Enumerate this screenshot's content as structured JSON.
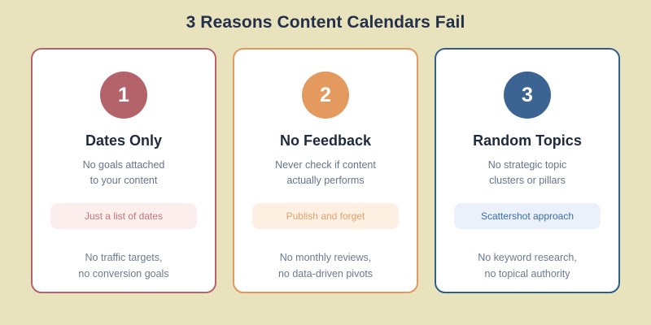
{
  "title": "3 Reasons Content Calendars Fail",
  "background_color": "#e8e2bd",
  "cards": [
    {
      "number": "1",
      "heading": "Dates Only",
      "subtitle_line1": "No goals attached",
      "subtitle_line2": "to your content",
      "pill_label": "Just a list of dates",
      "footer_line1": "No traffic targets,",
      "footer_line2": "no conversion goals",
      "accent_color": "#b5636b",
      "pill_bg_color": "#fdeeee",
      "pill_text_color": "#c2747a"
    },
    {
      "number": "2",
      "heading": "No Feedback",
      "subtitle_line1": "Never check if content",
      "subtitle_line2": "actually performs",
      "pill_label": "Publish and forget",
      "footer_line1": "No monthly reviews,",
      "footer_line2": "no data-driven pivots",
      "accent_color": "#e49a5f",
      "pill_bg_color": "#fdf0e3",
      "pill_text_color": "#e3a06b"
    },
    {
      "number": "3",
      "heading": "Random Topics",
      "subtitle_line1": "No strategic topic",
      "subtitle_line2": "clusters or pillars",
      "pill_label": "Scattershot approach",
      "footer_line1": "No keyword research,",
      "footer_line2": "no topical authority",
      "accent_color": "#3b6493",
      "pill_bg_color": "#eaf1fb",
      "pill_text_color": "#3d6ea8"
    }
  ]
}
